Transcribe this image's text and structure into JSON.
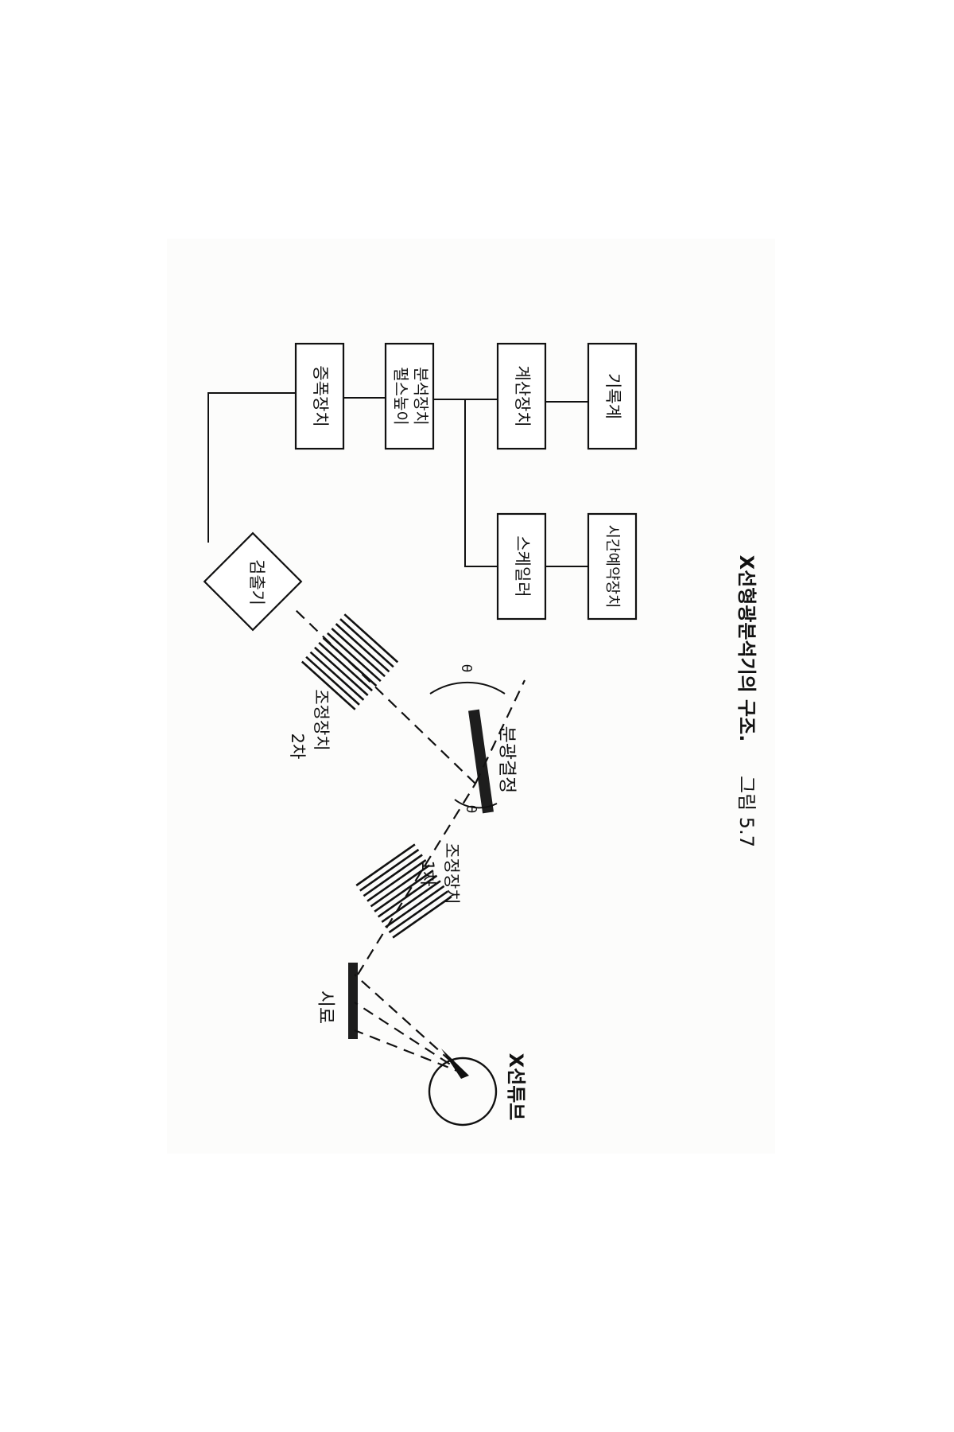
{
  "labels": {
    "x_ray_tube": "X선튜브",
    "sample": "시료",
    "primary_collimator_line1": "1차",
    "primary_collimator_line2": "조정장치",
    "analyzing_crystal": "분광결정",
    "secondary_collimator_line1": "2차",
    "secondary_collimator_line2": "조정장치",
    "theta": "θ",
    "detector": "검출기",
    "amplifier": "증폭장치",
    "pulse_height_analyzer_line1": "펄스높이",
    "pulse_height_analyzer_line2": "분석장치",
    "counter": "계산장치",
    "recorder": "기록계",
    "scaler": "스케일러",
    "timer": "시간예약장치"
  },
  "caption": {
    "number": "그림 5.7",
    "title": "X선형광분석기의 구조."
  }
}
